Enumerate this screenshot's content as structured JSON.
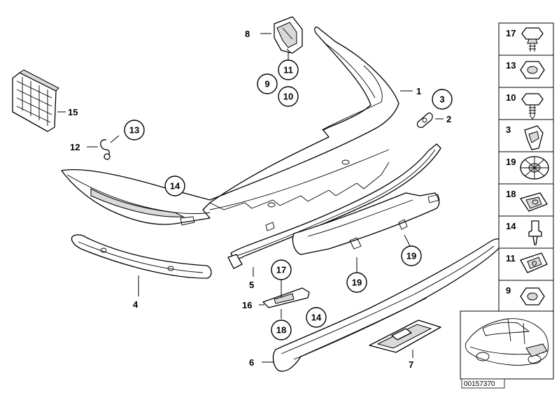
{
  "callouts": [
    {
      "id": "p8",
      "text": "8"
    },
    {
      "id": "p11a",
      "text": "11"
    },
    {
      "id": "p9a",
      "text": "9"
    },
    {
      "id": "p10a",
      "text": "10"
    },
    {
      "id": "p1",
      "text": "1"
    },
    {
      "id": "p3a",
      "text": "3"
    },
    {
      "id": "p2",
      "text": "2"
    },
    {
      "id": "p15",
      "text": "15"
    },
    {
      "id": "p13a",
      "text": "13"
    },
    {
      "id": "p12",
      "text": "12"
    },
    {
      "id": "p14a",
      "text": "14"
    },
    {
      "id": "p4",
      "text": "4"
    },
    {
      "id": "p5",
      "text": "5"
    },
    {
      "id": "p17a",
      "text": "17"
    },
    {
      "id": "p19a",
      "text": "19"
    },
    {
      "id": "p19b",
      "text": "19"
    },
    {
      "id": "p16",
      "text": "16"
    },
    {
      "id": "p18a",
      "text": "18"
    },
    {
      "id": "p14b",
      "text": "14"
    },
    {
      "id": "p6",
      "text": "6"
    },
    {
      "id": "p7",
      "text": "7"
    }
  ],
  "sidebar": [
    "17",
    "13",
    "10",
    "3",
    "19",
    "18",
    "14",
    "11",
    "9"
  ],
  "diagram_id": "00157370"
}
